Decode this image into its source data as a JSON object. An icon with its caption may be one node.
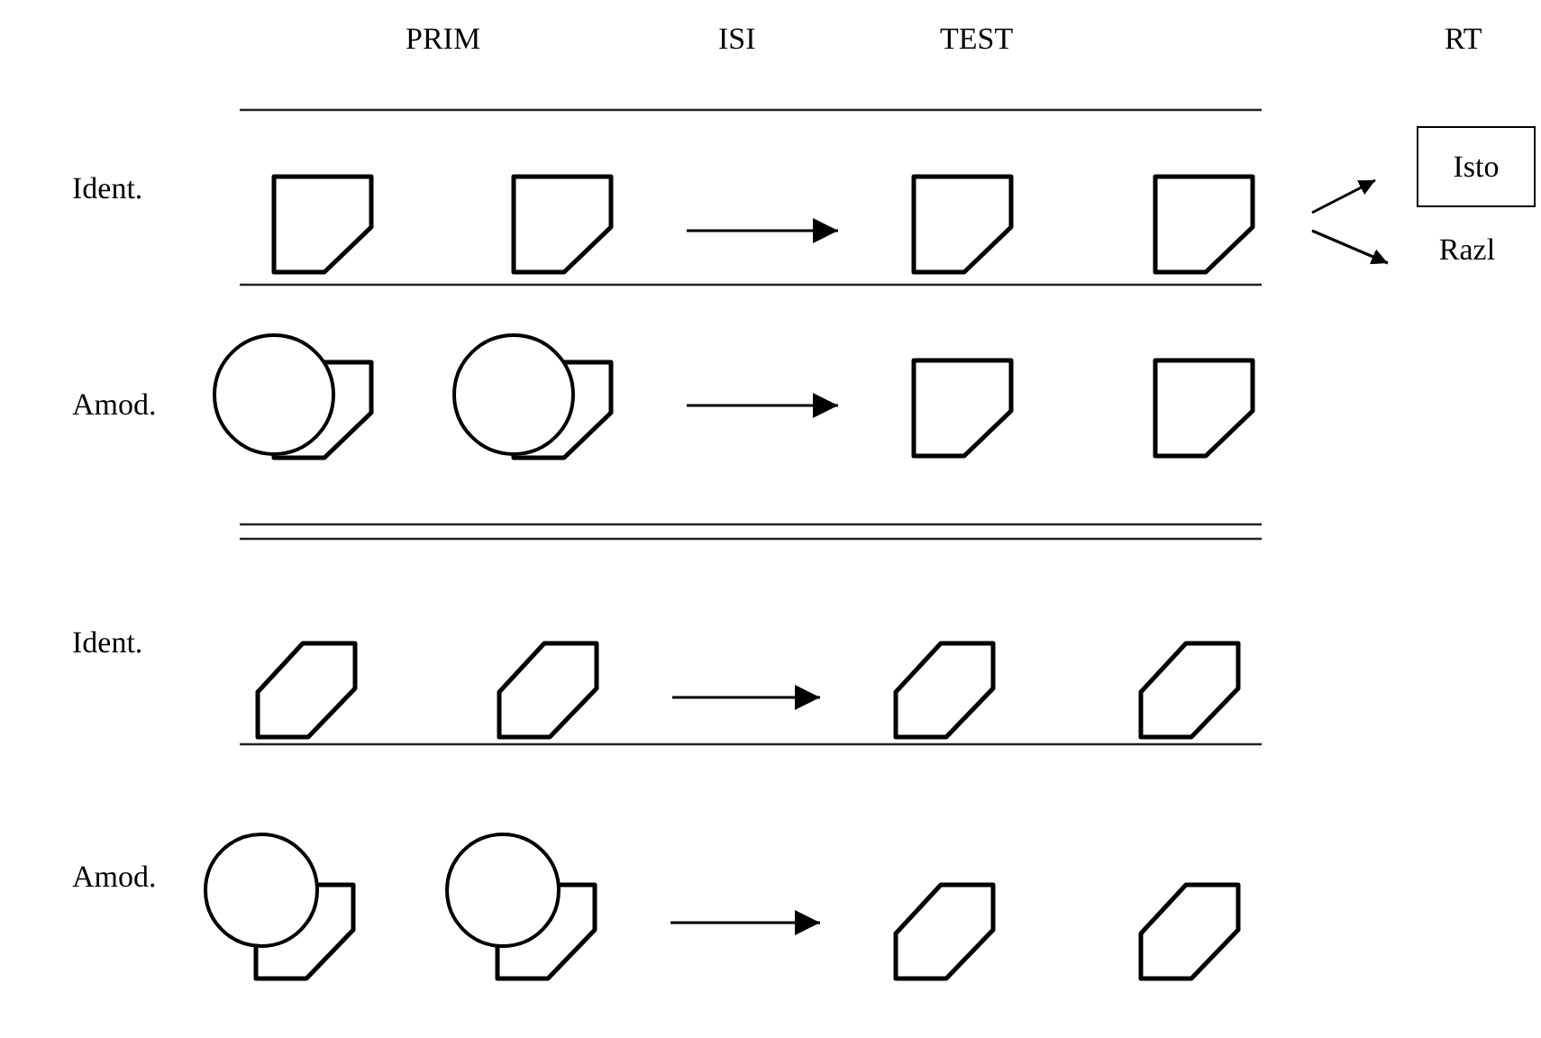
{
  "diagram": {
    "nodes": [
      {
        "text": [],
        "shape": "box"
      },
      {
        "text": [],
        "shape": "box"
      },
      {
        "text": [],
        "shape": "box"
      },
      {
        "text": [],
        "shape": "box"
      },
      {
        "text": [],
        "shape": "circle"
      },
      {
        "text": [],
        "shape": "circle"
      },
      {
        "text": [],
        "shape": "box"
      },
      {
        "text": [],
        "shape": "box"
      },
      {
        "text": [],
        "shape": "box"
      },
      {
        "text": [],
        "shape": "box"
      },
      {
        "text": [],
        "shape": "box"
      },
      {
        "text": [],
        "shape": "box"
      },
      {
        "text": [],
        "shape": "circle"
      },
      {
        "text": [],
        "shape": "circle"
      },
      {
        "text": [],
        "shape": "box"
      },
      {
        "text": [],
        "shape": "box"
      },
      {
        "text": [
          "Isto"
        ]
      },
      {
        "text": [
          "Razl"
        ]
      }
    ],
    "edges": [
      {
        "from": 1,
        "to": 2,
        "arrow": "to"
      },
      {
        "from": 3,
        "to": 16,
        "arrow": "to"
      },
      {
        "from": 3,
        "to": 17,
        "arrow": "to"
      },
      {
        "from": 5,
        "to": 6,
        "arrow": "to"
      },
      {
        "from": 9,
        "to": 10,
        "arrow": "to"
      },
      {
        "from": 13,
        "to": 14,
        "arrow": "to"
      }
    ],
    "labels": [
      "PRIM",
      "ISI",
      "TEST",
      "RT",
      "Ident.",
      "Amod.",
      "Ident.",
      "Amod."
    ]
  }
}
